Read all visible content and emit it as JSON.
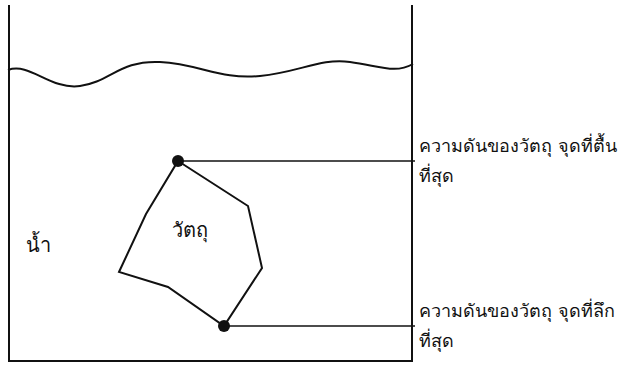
{
  "diagram": {
    "nodes": [
      {
        "text": [
          "น้ำ"
        ]
      },
      {
        "text": [
          "วัตถุ"
        ],
        "in": 0
      }
    ],
    "labels": [
      "ความดันของวัตถุ จุดที่ตื้นที่สุด",
      "ความดันของวัตถุ จุดที่ลึกที่สุด"
    ]
  }
}
